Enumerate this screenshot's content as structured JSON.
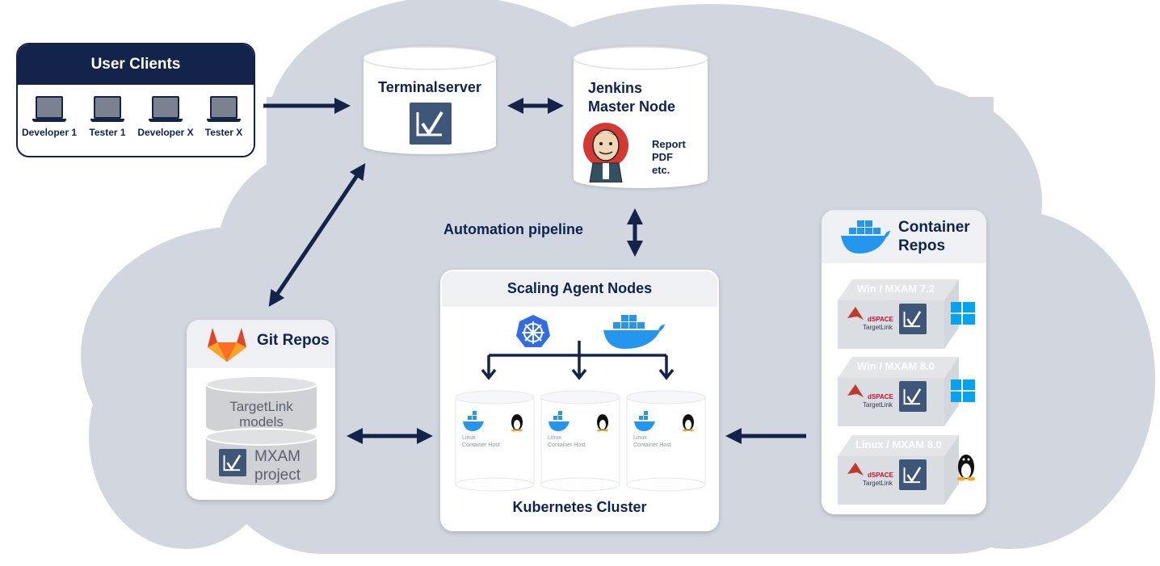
{
  "colors": {
    "navy": "#13234a",
    "cloud": "#d1d6df",
    "mxam_blue": "#3e5677",
    "gitlab_orange": "#fc6d26",
    "docker_blue": "#2496ed",
    "kubernetes_blue": "#326ce5",
    "windows_blue": "#00a4ef"
  },
  "user_clients": {
    "title": "User Clients",
    "clients": [
      {
        "label": "Developer 1",
        "icon": "laptop-icon"
      },
      {
        "label": "Tester 1",
        "icon": "laptop-icon"
      },
      {
        "label": "Developer X",
        "icon": "laptop-icon"
      },
      {
        "label": "Tester X",
        "icon": "laptop-icon"
      }
    ]
  },
  "terminalserver": {
    "label": "Terminalserver",
    "icon": "mxam-logo-icon"
  },
  "jenkins": {
    "label_line1": "Jenkins",
    "label_line2": "Master Node",
    "icon": "jenkins-butler-icon",
    "document": "Report\nPDF\netc."
  },
  "automation_pipeline": "Automation pipeline",
  "git_repos": {
    "title": "Git Repos",
    "icon": "gitlab-icon",
    "top_cylinder_line1": "TargetLink",
    "top_cylinder_line2": "models",
    "bottom_cylinder_line1": "MXAM",
    "bottom_cylinder_line2": "project"
  },
  "agent_nodes": {
    "title": "Scaling Agent Nodes",
    "footer": "Kubernetes Cluster",
    "icons": [
      "kubernetes-icon",
      "docker-icon"
    ],
    "hosts": [
      {
        "label": "Linux\nContainer Host",
        "icons": [
          "docker-icon",
          "linux-penguin-icon"
        ]
      },
      {
        "label": "Linux\nContainer Host",
        "icons": [
          "docker-icon",
          "linux-penguin-icon"
        ]
      },
      {
        "label": "Linux\nContainer Host",
        "icons": [
          "docker-icon",
          "linux-penguin-icon"
        ]
      }
    ]
  },
  "container_repos": {
    "title": "Container\nRepos",
    "icon": "docker-icon",
    "images": [
      {
        "label": "Win / MXAM 7.2",
        "os_icon": "windows-icon"
      },
      {
        "label": "Win / MXAM 8.0",
        "os_icon": "windows-icon"
      },
      {
        "label": "Linux / MXAM 8.0",
        "os_icon": "linux-penguin-icon"
      }
    ],
    "dspace_text": "dSPACE",
    "targetlink_text": "TargetLink"
  }
}
